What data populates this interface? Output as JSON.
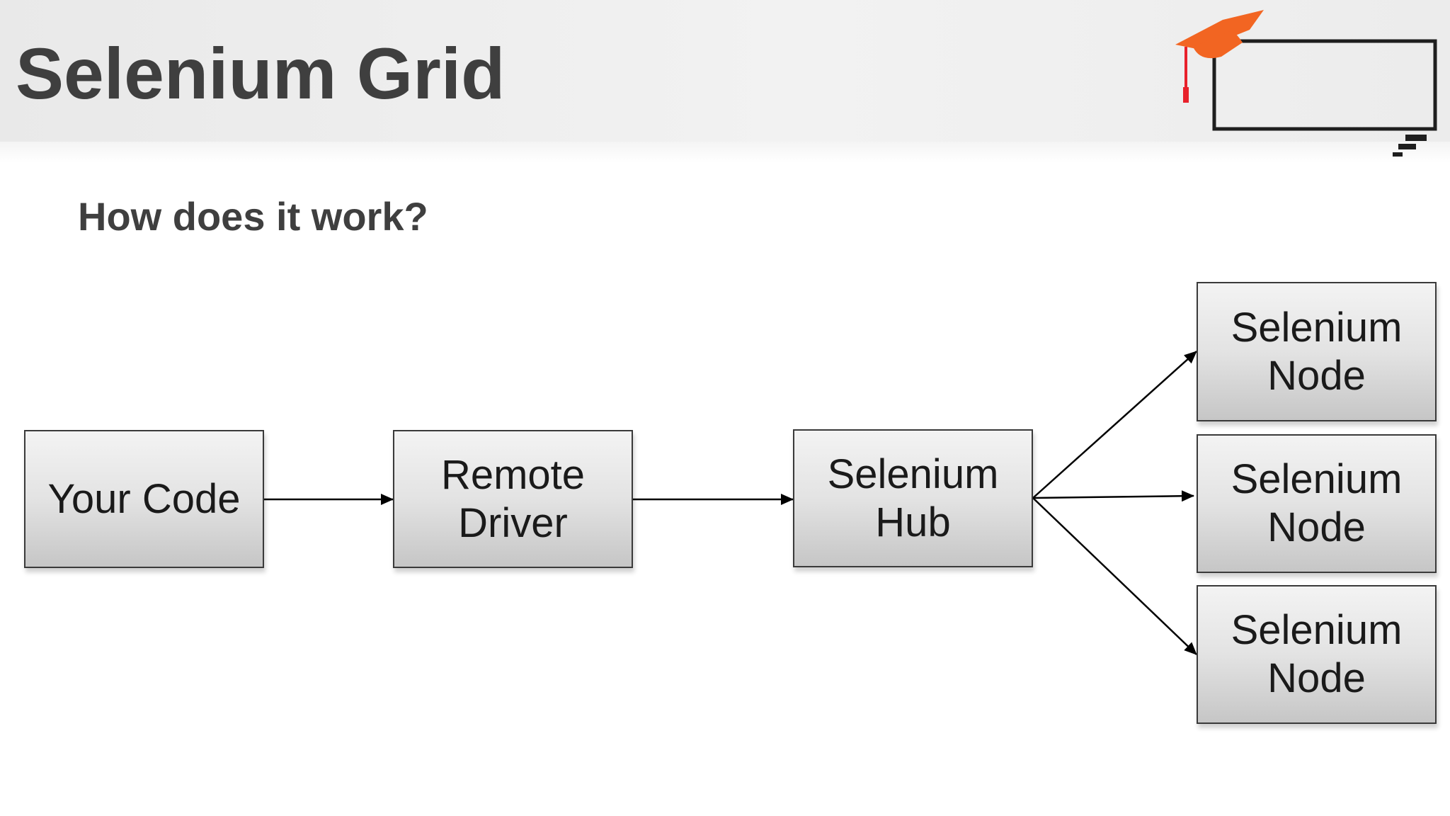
{
  "slide": {
    "title": "Selenium Grid",
    "subtitle": "How does it work?"
  },
  "logo": {
    "icon": "graduation-cap-icon",
    "accent_color": "#f26522"
  },
  "diagram": {
    "nodes": [
      {
        "id": "your-code",
        "label": "Your Code"
      },
      {
        "id": "remote-driver",
        "label": "Remote\nDriver"
      },
      {
        "id": "selenium-hub",
        "label": "Selenium\nHub"
      },
      {
        "id": "selenium-node-1",
        "label": "Selenium\nNode"
      },
      {
        "id": "selenium-node-2",
        "label": "Selenium\nNode"
      },
      {
        "id": "selenium-node-3",
        "label": "Selenium\nNode"
      }
    ],
    "edges": [
      {
        "from": "your-code",
        "to": "remote-driver"
      },
      {
        "from": "remote-driver",
        "to": "selenium-hub"
      },
      {
        "from": "selenium-hub",
        "to": "selenium-node-1"
      },
      {
        "from": "selenium-hub",
        "to": "selenium-node-2"
      },
      {
        "from": "selenium-hub",
        "to": "selenium-node-3"
      }
    ]
  }
}
